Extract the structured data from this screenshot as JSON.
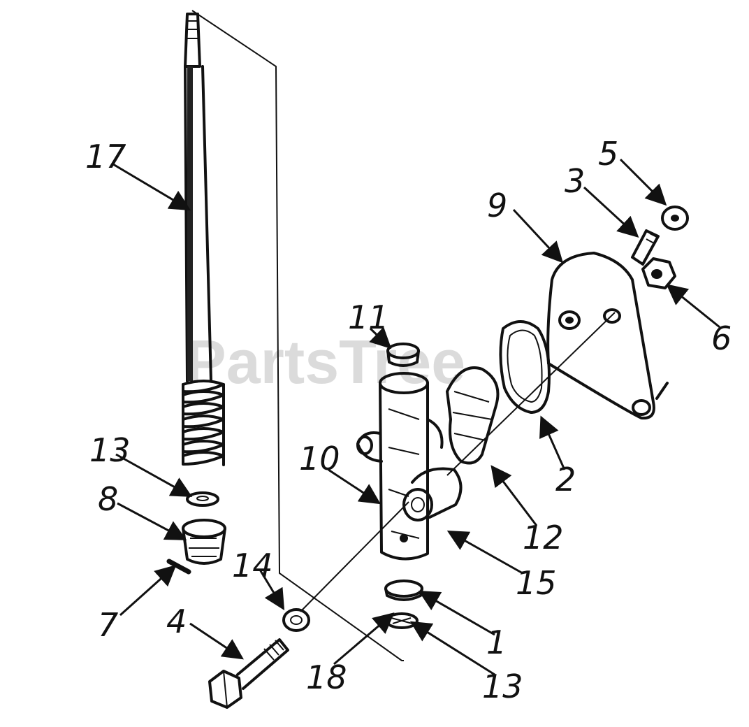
{
  "watermark": "PartsTree",
  "callouts": {
    "n1": "1",
    "n2": "2",
    "n3": "3",
    "n4": "4",
    "n5": "5",
    "n6": "6",
    "n7": "7",
    "n8": "8",
    "n9": "9",
    "n10": "10",
    "n11": "11",
    "n12": "12",
    "n13a": "13",
    "n13b": "13",
    "n14": "14",
    "n15": "15",
    "n17": "17",
    "n18": "18"
  }
}
